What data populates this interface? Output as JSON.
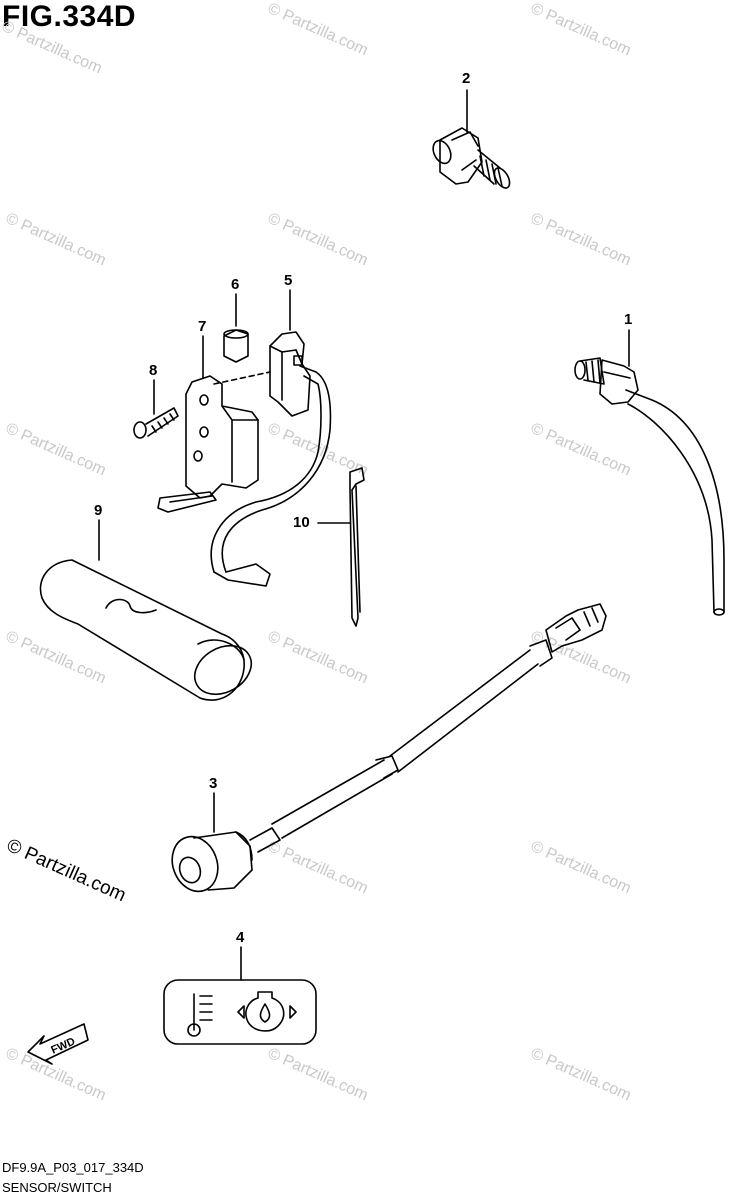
{
  "figure": {
    "title": "FIG.334D"
  },
  "watermark": {
    "text": "© Partzilla.com"
  },
  "callouts": [
    "1",
    "2",
    "3",
    "4",
    "5",
    "6",
    "7",
    "8",
    "9",
    "10"
  ],
  "fwd_label": "FWD",
  "footer": {
    "code": "DF9.9A_P03_017_334D",
    "caption": "SENSOR/SWITCH"
  }
}
